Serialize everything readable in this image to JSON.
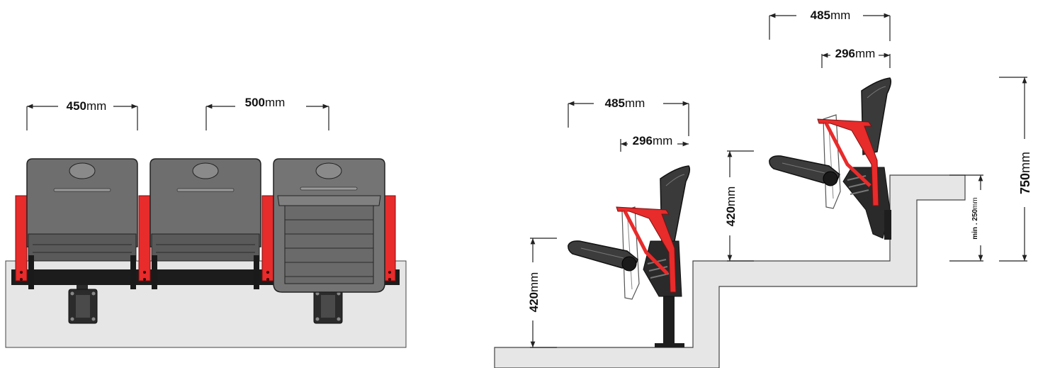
{
  "unit": "mm",
  "front_view": {
    "seat_width_a": "450",
    "seat_width_b": "500"
  },
  "side_view_low": {
    "overall_depth": "485",
    "seat_depth_folded": "296",
    "seat_height": "420"
  },
  "side_view_high": {
    "overall_depth": "485",
    "seat_depth_folded": "296",
    "seat_height": "420",
    "min_riser": "min . 250",
    "overall_height": "750"
  },
  "colors": {
    "seat_gray": "#707070",
    "seat_gray_dark": "#4a4a4a",
    "frame_red": "#e82b2b",
    "beam_black": "#1c1c1c",
    "concrete": "#e6e6e6"
  }
}
